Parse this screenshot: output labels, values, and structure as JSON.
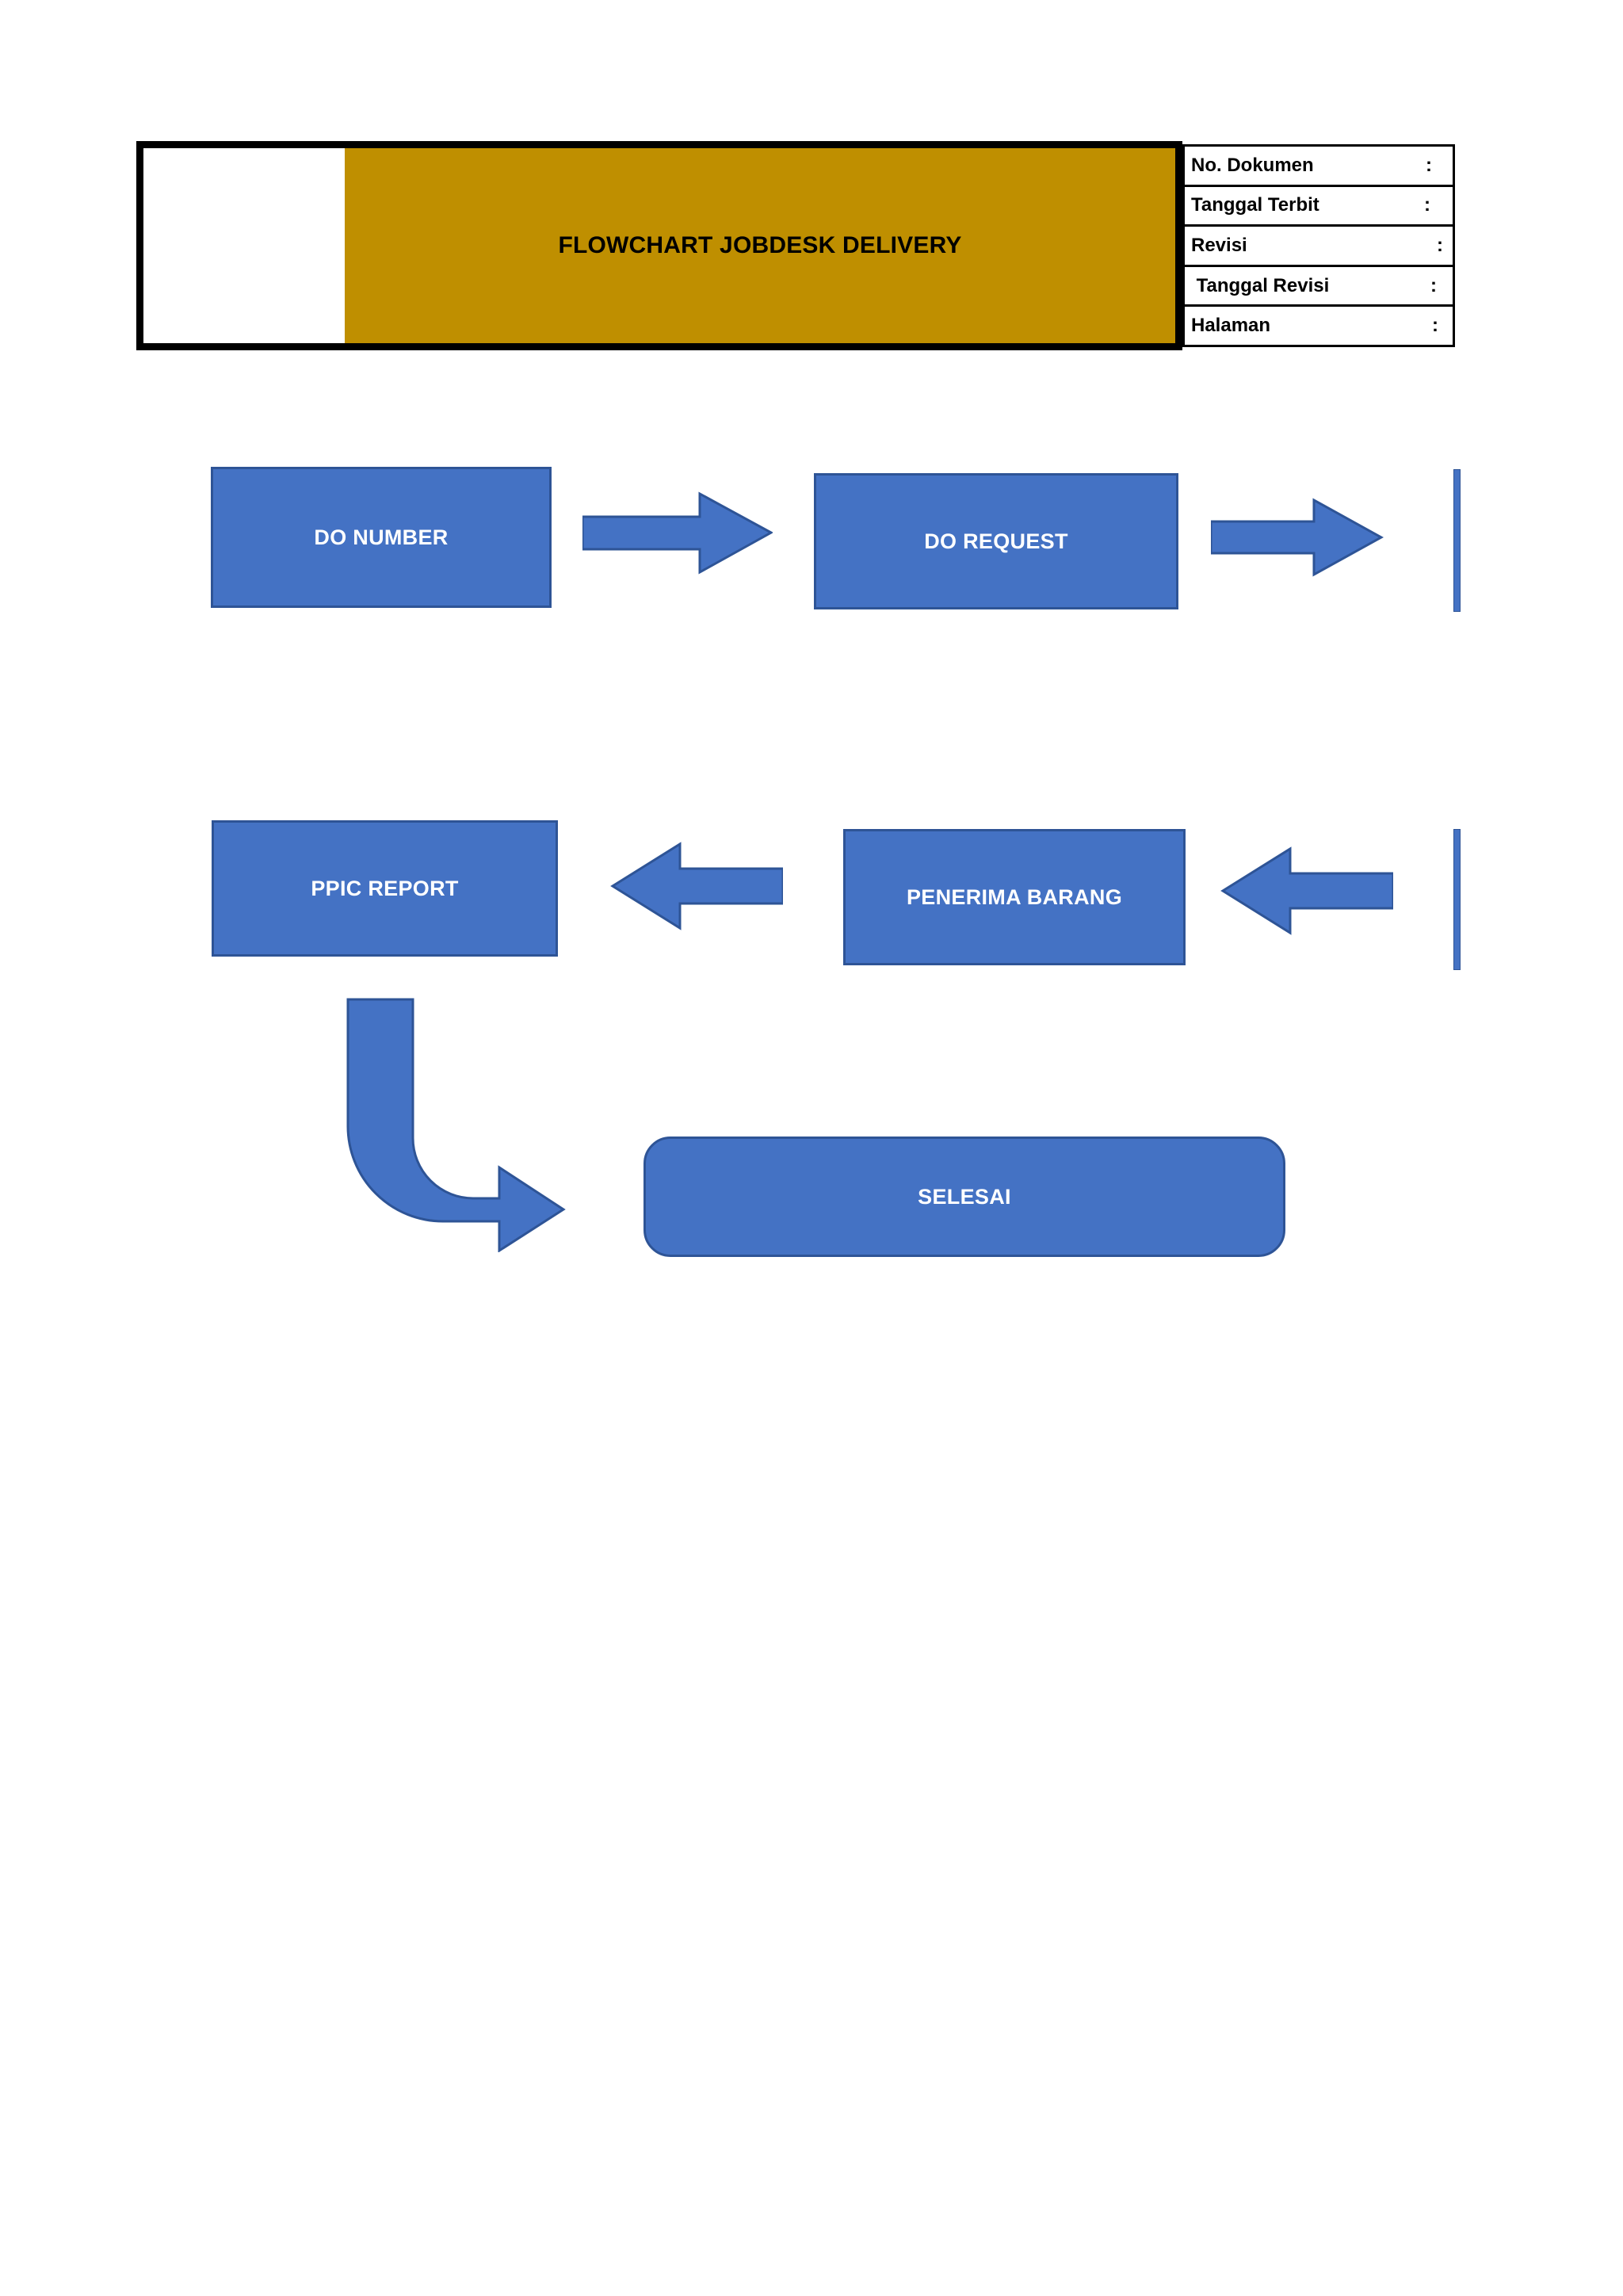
{
  "document": {
    "title": "FLOWCHART JOBDESK DELIVERY",
    "logo_cell_content": ""
  },
  "meta_table": {
    "rows": [
      {
        "label": "No. Dokumen",
        "separator": ":",
        "value": ""
      },
      {
        "label": "Tanggal Terbit",
        "separator": ":",
        "value": ""
      },
      {
        "label": "Revisi",
        "separator": ":",
        "value": ""
      },
      {
        "label": " Tanggal Revisi",
        "separator": ":",
        "value": ""
      },
      {
        "label": "Halaman",
        "separator": ":",
        "value": ""
      }
    ]
  },
  "flowchart": {
    "nodes": [
      {
        "id": "do-number",
        "label": "DO NUMBER",
        "shape": "rectangle"
      },
      {
        "id": "do-request",
        "label": "DO REQUEST",
        "shape": "rectangle"
      },
      {
        "id": "ppic-report",
        "label": "PPIC REPORT",
        "shape": "rectangle"
      },
      {
        "id": "penerima-barang",
        "label": "PENERIMA BARANG",
        "shape": "rectangle"
      },
      {
        "id": "selesai",
        "label": "SELESAI",
        "shape": "rounded-rectangle"
      }
    ],
    "connectors": [
      {
        "id": "arrow-1",
        "from": "do-number",
        "to": "do-request",
        "direction": "right"
      },
      {
        "id": "arrow-2",
        "from": "do-request",
        "to": "connector-bar-1",
        "direction": "right"
      },
      {
        "id": "arrow-3",
        "from": "penerima-barang",
        "to": "ppic-report",
        "direction": "left"
      },
      {
        "id": "arrow-4",
        "from": "connector-bar-2",
        "to": "penerima-barang",
        "direction": "left"
      },
      {
        "id": "arrow-elbow",
        "from": "ppic-report",
        "to": "selesai",
        "direction": "down-then-right"
      }
    ]
  },
  "colors": {
    "header_gold": "#BF8F00",
    "node_fill": "#4472C4",
    "node_border": "#2E5496",
    "node_text": "#FFFFFF",
    "table_border": "#000000",
    "page_background": "#FFFFFF"
  }
}
